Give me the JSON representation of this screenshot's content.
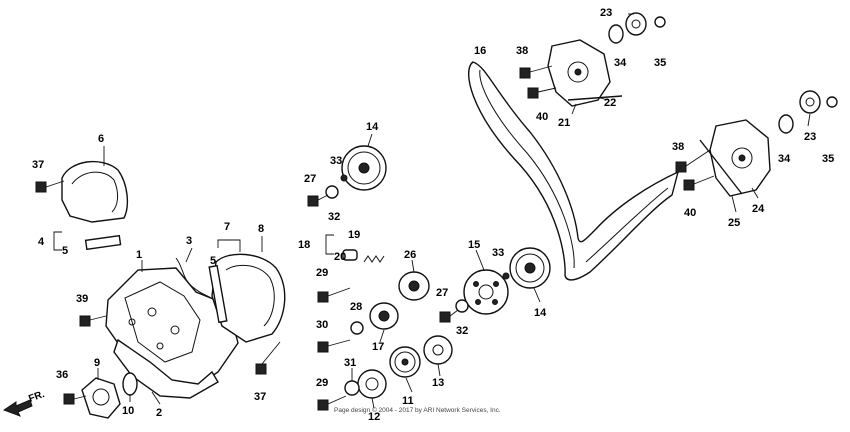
{
  "callouts": {
    "c1": "1",
    "c2": "2",
    "c3": "3",
    "c4": "4",
    "c5a": "5",
    "c5b": "5",
    "c6": "6",
    "c7": "7",
    "c8": "8",
    "c9": "9",
    "c10": "10",
    "c11": "11",
    "c12": "12",
    "c13": "13",
    "c14a": "14",
    "c14b": "14",
    "c15": "15",
    "c16": "16",
    "c17": "17",
    "c18": "18",
    "c19": "19",
    "c20": "20",
    "c21": "21",
    "c22": "22",
    "c23a": "23",
    "c23b": "23",
    "c24": "24",
    "c25": "25",
    "c26": "26",
    "c27a": "27",
    "c27b": "27",
    "c28": "28",
    "c29a": "29",
    "c29b": "29",
    "c30": "30",
    "c31": "31",
    "c32a": "32",
    "c32b": "32",
    "c33a": "33",
    "c33b": "33",
    "c34a": "34",
    "c34b": "34",
    "c35a": "35",
    "c35b": "35",
    "c36": "36",
    "c37a": "37",
    "c37b": "37",
    "c38a": "38",
    "c38b": "38",
    "c39": "39",
    "c40a": "40",
    "c40b": "40"
  },
  "front_arrow_label": "FR.",
  "copyright": "Page design © 2004 - 2017 by ARI Network Services, Inc.",
  "colors": {
    "ink": "#111111",
    "background": "#ffffff"
  }
}
